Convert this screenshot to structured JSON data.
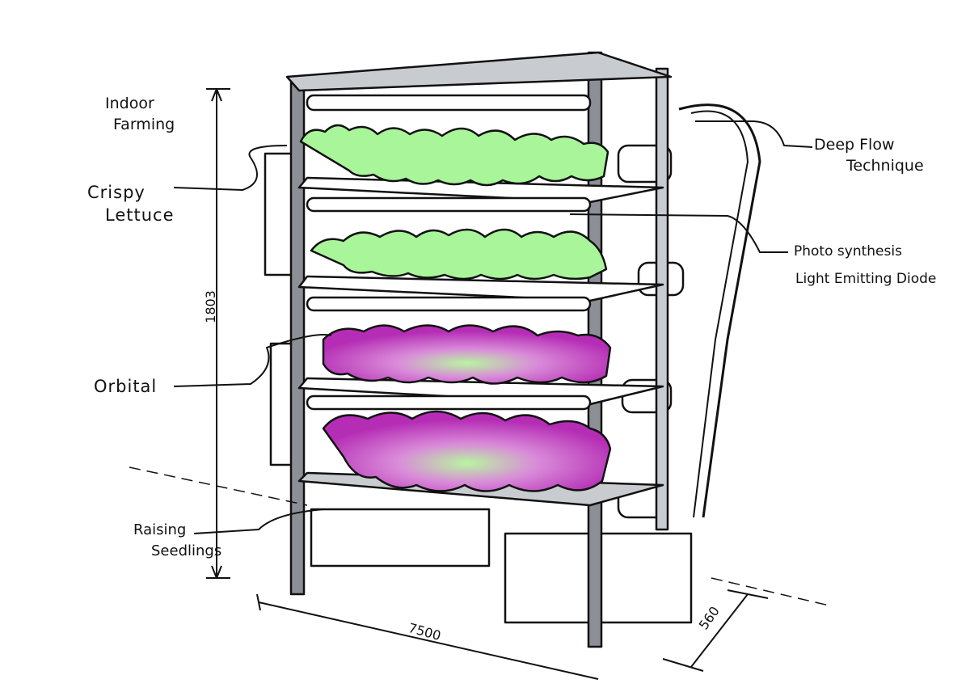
{
  "labels": {
    "indoor_farming": [
      "Indoor",
      "Farming"
    ],
    "crispy_lettuce": [
      "Crispy",
      "Lettuce"
    ],
    "orbital": "Orbital",
    "raising_seedlings": [
      "Raising",
      "Seedlings"
    ],
    "deep_flow": [
      "Deep Flow",
      "Technique"
    ],
    "photosynthesis": "Photo synthesis",
    "led": "Light Emitting Diode"
  },
  "dimensions": {
    "height": "1803",
    "width": "7500",
    "depth": "560"
  },
  "colors": {
    "green_lettuce": "#a8f59a",
    "purple_lettuce": "#c43ac4",
    "frame": "#8c9096",
    "ink": "#111111"
  }
}
